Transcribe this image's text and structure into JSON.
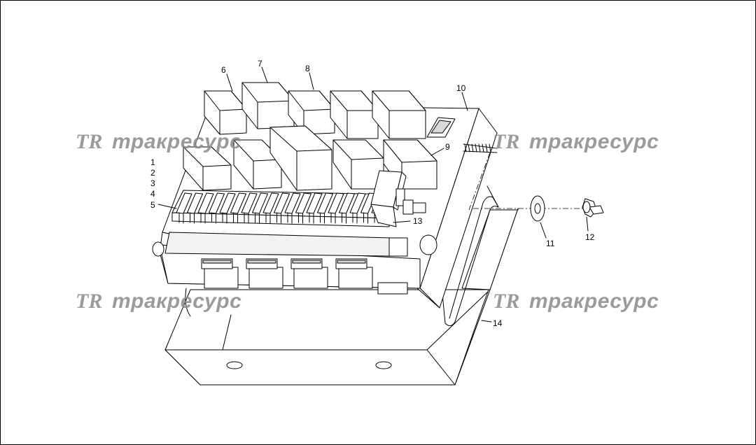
{
  "diagram": {
    "callouts": {
      "c1": "1",
      "c2": "2",
      "c3": "3",
      "c4": "4",
      "c5": "5",
      "c6": "6",
      "c7": "7",
      "c8": "8",
      "c9": "9",
      "c10": "10",
      "c11": "11",
      "c12": "12",
      "c13": "13",
      "c14": "14"
    },
    "watermark": {
      "logo": "TR",
      "brand": "тракресурс"
    },
    "colors": {
      "line": "#000000",
      "watermark": "#8a8a8a",
      "background": "#ffffff"
    }
  }
}
